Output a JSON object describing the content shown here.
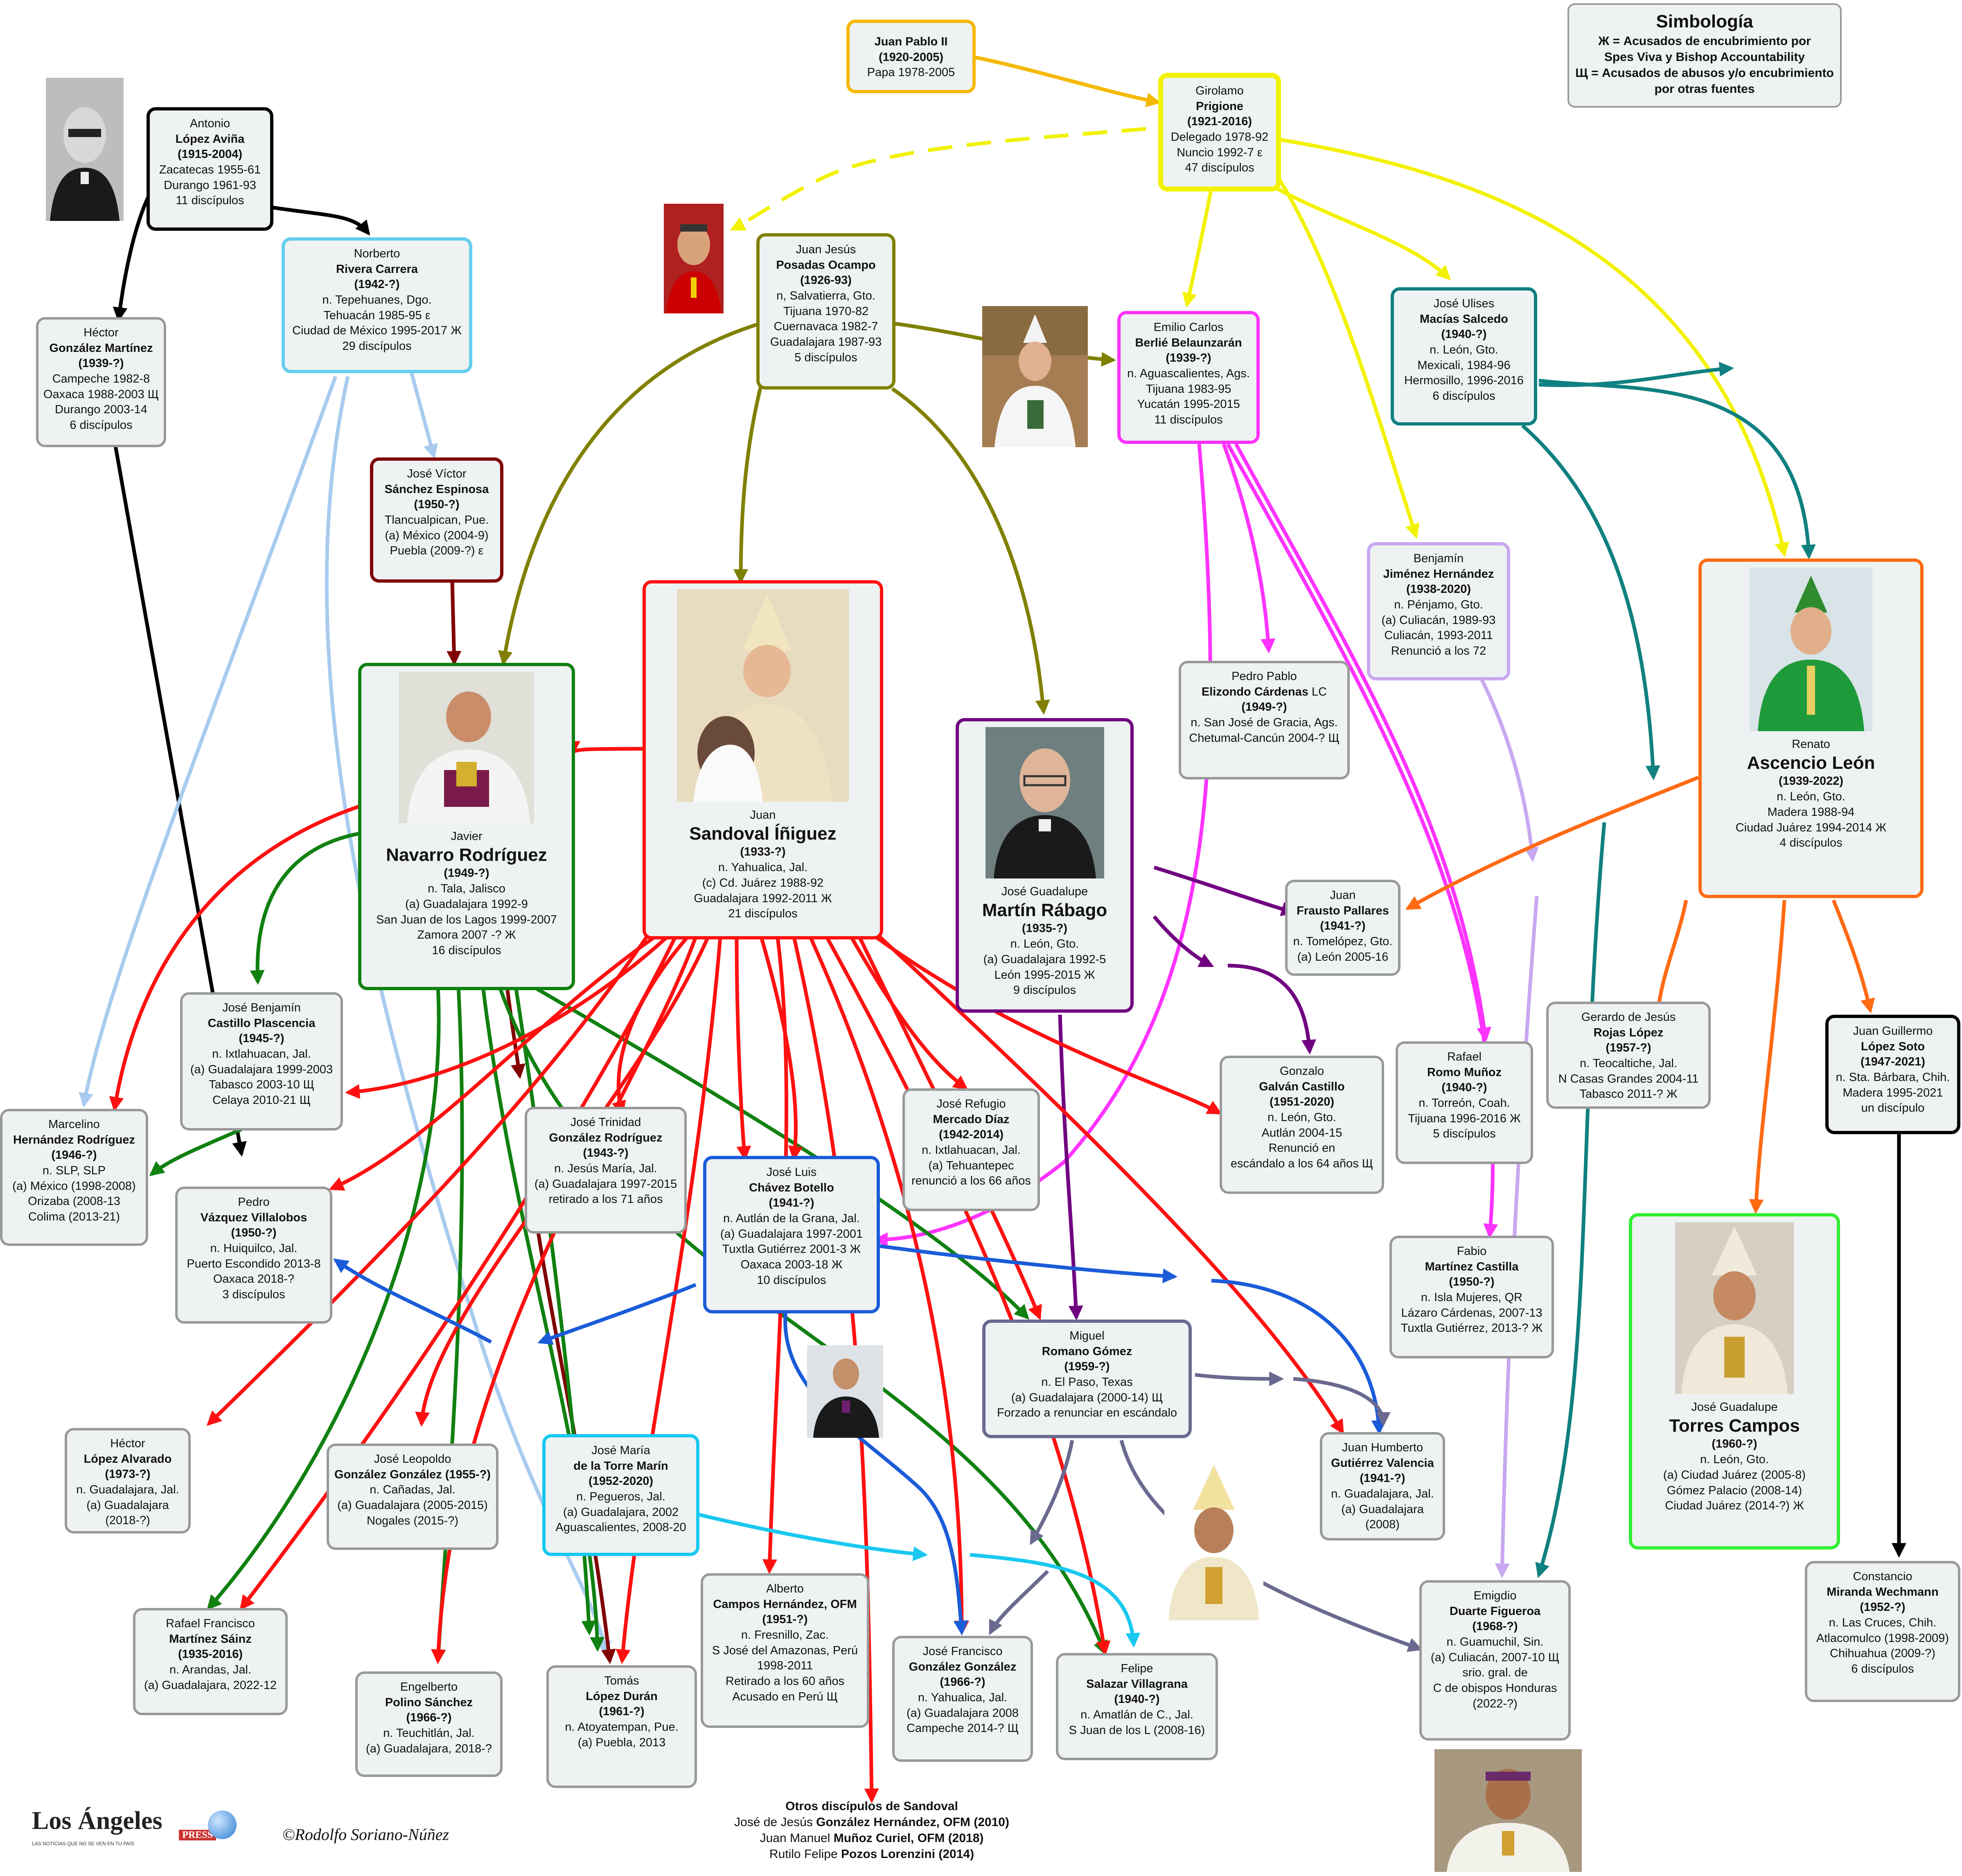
{
  "legend": {
    "title": "Simbología",
    "line1": "Ж = Acusados de encubrimiento por",
    "line2": "Spes Viva y Bishop Accountability",
    "line3": "Щ = Acusados de abusos y/o encubrimiento",
    "line4": "por otras fuentes"
  },
  "colors": {
    "gold": "#f5b800",
    "yellow": "#f2f200",
    "black": "#000000",
    "sky": "#66ccee",
    "lightblue": "#a8cbef",
    "olive": "#808000",
    "magenta": "#ff33ff",
    "teal": "#108080",
    "orange": "#ff6a13",
    "lavender": "#c8a8f0",
    "red": "#ff1010",
    "darkred": "#800000",
    "green": "#108010",
    "purple": "#700080",
    "blue": "#1a5cd8",
    "navy": "#6a6a90",
    "lime": "#33ee33",
    "cyan": "#18c8f0",
    "gray": "#999999"
  },
  "nodes": {
    "juan_pablo": {
      "l1": "Juan Pablo II",
      "l2": "(1920-2005)",
      "l3": "Papa 1978-2005"
    },
    "prigione": {
      "l0": "Girolamo",
      "l1": "Prigione",
      "l2": "(1921-2016)",
      "l3": "Delegado 1978-92",
      "l4": "Nuncio 1992-7 ε",
      "l5": "47 discípulos"
    },
    "lopez_avina": {
      "l0": "Antonio",
      "l1": "López Aviña",
      "l2": "(1915-2004)",
      "l3": "Zacatecas 1955-61",
      "l4": "Durango 1961-93",
      "l5": "11 discípulos"
    },
    "rivera": {
      "l0": "Norberto",
      "l1": "Rivera Carrera",
      "l2": "(1942-?)",
      "l3": "n. Tepehuanes, Dgo.",
      "l4": "Tehuacán 1985-95 ε",
      "l5": "Ciudad de México 1995-2017 Ж",
      "l6": "29 discípulos"
    },
    "gonzalez_martinez": {
      "l0": "Héctor",
      "l1": "González Martínez",
      "l2": "(1939-?)",
      "l3": "Campeche 1982-8",
      "l4": "Oaxaca 1988-2003 Щ",
      "l5": "Durango 2003-14",
      "l6": "6 discípulos"
    },
    "posadas": {
      "l0": "Juan Jesús",
      "l1": "Posadas Ocampo",
      "l2": "(1926-93)",
      "l3": "n, Salvatierra, Gto.",
      "l4": "Tijuana 1970-82",
      "l5": "Cuernavaca 1982-7",
      "l6": "Guadalajara 1987-93",
      "l7": "5 discípulos"
    },
    "berlie": {
      "l0": "Emilio Carlos",
      "l1": "Berlié Belaunzarán",
      "l2": "(1939-?)",
      "l3": "n. Aguascalientes, Ags.",
      "l4": "Tijuana 1983-95",
      "l5": "Yucatán 1995-2015",
      "l6": "11 discípulos"
    },
    "macias": {
      "l0": "José Ulises",
      "l1": "Macías Salcedo",
      "l2": "(1940-?)",
      "l3": "n. León, Gto.",
      "l4": "Mexicali, 1984-96",
      "l5": "Hermosillo, 1996-2016",
      "l6": "6 discípulos"
    },
    "sanchez_esp": {
      "l0": "José Víctor",
      "l1": "Sánchez Espinosa",
      "l2": "(1950-?)",
      "l3": "Tlancualpican, Pue.",
      "l4": "(a) México (2004-9)",
      "l5": "Puebla (2009-?) ε"
    },
    "jimenez": {
      "l0": "Benjamín",
      "l1": "Jiménez Hernández",
      "l2": "(1938-2020)",
      "l3": "n. Pénjamo, Gto.",
      "l4": "(a) Culiacán, 1989-93",
      "l5": "Culiacán, 1993-2011",
      "l6": "Renunció a los 72"
    },
    "ascencio": {
      "l0": "Renato",
      "l1": "Ascencio León",
      "l2": "(1939-2022)",
      "l3": "n. León, Gto.",
      "l4": "Madera 1988-94",
      "l5": "Ciudad Juárez 1994-2014 Ж",
      "l6": "4 discípulos"
    },
    "elizondo": {
      "l0": "Pedro Pablo",
      "l1": "Elizondo Cárdenas",
      "l1b": " LC",
      "l2": "(1949-?)",
      "l3": "n. San José de Gracia, Ags.",
      "l4": "Chetumal-Cancún 2004-? Щ"
    },
    "navarro": {
      "l0": "Javier",
      "l1": "Navarro Rodríguez",
      "l2": "(1949-?)",
      "l3": "n. Tala, Jalisco",
      "l4": "(a) Guadalajara 1992-9",
      "l5": "San Juan de los Lagos 1999-2007",
      "l6": "Zamora 2007 -? Ж",
      "l7": "16 discípulos"
    },
    "sandoval": {
      "l0": "Juan",
      "l1": "Sandoval Íñiguez",
      "l2": "(1933-?)",
      "l3": "n. Yahualica, Jal.",
      "l4": "(c) Cd. Juárez 1988-92",
      "l5": "Guadalajara 1992-2011 Ж",
      "l6": "21 discípulos"
    },
    "martin_rabago": {
      "l0": "José Guadalupe",
      "l1": "Martín Rábago",
      "l2": "(1935-?)",
      "l3": "n. León, Gto.",
      "l4": "(a) Guadalajara 1992-5",
      "l5": "León 1995-2015 Ж",
      "l6": "9 discípulos"
    },
    "frausto": {
      "l0": "Juan",
      "l1": "Frausto Pallares",
      "l2": "(1941-?)",
      "l3": "n. Tomelópez, Gto.",
      "l4": "(a) León 2005-16"
    },
    "castillo": {
      "l0": "José Benjamín",
      "l1": "Castillo Plascencia",
      "l2": "(1945-?)",
      "l3": "n. Ixtlahuacan, Jal.",
      "l4": "(a) Guadalajara 1999-2003",
      "l5": "Tabasco 2003-10 Щ",
      "l6": "Celaya 2010-21 Щ"
    },
    "marcelino": {
      "l0": "Marcelino",
      "l1": "Hernández Rodríguez",
      "l2": "(1946-?)",
      "l3": "n. SLP, SLP",
      "l4": "(a) México (1998-2008)",
      "l5": "Orizaba (2008-13",
      "l6": "Colima (2013-21)"
    },
    "vazquez": {
      "l0": "Pedro",
      "l1": "Vázquez Villalobos",
      "l2": "(1950-?)",
      "l3": "n. Huiquilco, Jal.",
      "l4": "Puerto Escondido 2013-8",
      "l5": "Oaxaca 2018-?",
      "l6": "3 discípulos"
    },
    "gonzalez_rod": {
      "l0": "José Trinidad",
      "l1": "González Rodríguez",
      "l2": "(1943-?)",
      "l3": "n. Jesús María, Jal.",
      "l4": "(a) Guadalajara 1997-2015",
      "l5": "retirado a los 71 años"
    },
    "chavez": {
      "l0": "José Luis",
      "l1": "Chávez Botello",
      "l2": "(1941-?)",
      "l3": "n. Autlán de la Grana, Jal.",
      "l4": "(a) Guadalajara 1997-2001",
      "l5": "Tuxtla Gutiérrez 2001-3 Ж",
      "l6": "Oaxaca 2003-18 Ж",
      "l7": "10 discípulos"
    },
    "mercado": {
      "l0": "José Refugio",
      "l1": "Mercado Díaz",
      "l2": "(1942-2014)",
      "l3": "n. Ixtlahuacan, Jal.",
      "l4": "(a) Tehuantepec",
      "l5": "renunció a los 66 años"
    },
    "galvan": {
      "l0": "Gonzalo",
      "l1": "Galván Castillo",
      "l2": "(1951-2020)",
      "l3": "n. León, Gto.",
      "l4": "Autlán 2004-15",
      "l5": "Renunció en",
      "l6": "escándalo a los 64 años Щ"
    },
    "romo": {
      "l0": "Rafael",
      "l1": "Romo Muñoz",
      "l2": "(1940-?)",
      "l3": "n. Torreón, Coah.",
      "l4": "Tijuana 1996-2016 Ж",
      "l5": "5 discípulos"
    },
    "rojas": {
      "l0": "Gerardo de Jesús",
      "l1": "Rojas López",
      "l2": "(1957-?)",
      "l3": "n. Teocaltiche, Jal.",
      "l4": "N Casas Grandes 2004-11",
      "l5": "Tabasco 2011-? Ж"
    },
    "lopez_soto": {
      "l0": "Juan Guillermo",
      "l1": "López Soto",
      "l2": "(1947-2021)",
      "l3": "n. Sta. Bárbara, Chih.",
      "l4": "Madera 1995-2021",
      "l5": "un discípulo"
    },
    "martinez_castilla": {
      "l0": "Fabio",
      "l1": "Martínez Castilla",
      "l2": "(1950-?)",
      "l3": "n. Isla Mujeres, QR",
      "l4": "Lázaro Cárdenas, 2007-13",
      "l5": "Tuxtla Gutiérrez, 2013-? Ж"
    },
    "torres": {
      "l0": "José Guadalupe",
      "l1": "Torres Campos",
      "l2": "(1960-?)",
      "l3": "n. León, Gto.",
      "l4": "(a) Ciudad Juárez (2005-8)",
      "l5": "Gómez Palacio (2008-14)",
      "l6": "Ciudad Juárez (2014-?) Ж"
    },
    "romano": {
      "l0": "Miguel",
      "l1": "Romano Gómez",
      "l2": "(1959-?)",
      "l3": "n. El Paso, Texas",
      "l4": "(a) Guadalajara (2000-14) Щ",
      "l5": "Forzado a renunciar en escándalo"
    },
    "gutierrez": {
      "l0": "Juan Humberto",
      "l1": "Gutiérrez Valencia",
      "l2": "(1941-?)",
      "l3": "n. Guadalajara, Jal.",
      "l4": "(a) Guadalajara (2008)"
    },
    "lopez_alv": {
      "l0": "Héctor",
      "l1": "López Alvarado",
      "l2": "(1973-?)",
      "l3": "n. Guadalajara, Jal.",
      "l4": "(a) Guadalajara (2018-?)"
    },
    "gonzalez_gon_jl": {
      "l0": "José Leopoldo",
      "l1": "González González (1955-?)",
      "l2": "",
      "l3": "n. Cañadas, Jal.",
      "l4": "(a) Guadalajara (2005-2015)",
      "l5": "Nogales (2015-?)"
    },
    "torre_marin": {
      "l0": "José María",
      "l1": "de la Torre Marín",
      "l2": "(1952-2020)",
      "l3": "n. Pegueros, Jal.",
      "l4": "(a) Guadalajara, 2002",
      "l5": "Aguascalientes, 2008-20"
    },
    "campos": {
      "l0": "Alberto",
      "l1": "Campos Hernández, OFM",
      "l2": "(1951-?)",
      "l3": "n. Fresnillo, Zac.",
      "l4": "S José del Amazonas, Perú",
      "l5": "1998-2011",
      "l6": "Retirado a los 60 años",
      "l7": "Acusado en Perú Щ"
    },
    "martinez_sainz": {
      "l0": "Rafael Francisco",
      "l1": "Martínez Sáinz",
      "l2": "(1935-2016)",
      "l3": "n. Arandas, Jal.",
      "l4": "(a) Guadalajara, 2022-12"
    },
    "polino": {
      "l0": "Engelberto",
      "l1": "Polino Sánchez",
      "l2": "(1966-?)",
      "l3": "n. Teuchitlán, Jal.",
      "l4": "(a) Guadalajara, 2018-?"
    },
    "lopez_duran": {
      "l0": "Tomás",
      "l1": "López Durán",
      "l2": "(1961-?)",
      "l3": "n. Atoyatempan, Pue.",
      "l4": "(a) Puebla, 2013"
    },
    "gonzalez_gon_jf": {
      "l0": "José Francisco",
      "l1": "González González",
      "l2": "(1966-?)",
      "l3": "n. Yahualica, Jal.",
      "l4": "(a) Guadalajara 2008",
      "l5": "Campeche 2014-? Щ"
    },
    "salazar": {
      "l0": "Felipe",
      "l1": "Salazar Villagrana",
      "l2": "(1940-?)",
      "l3": "n. Amatlán de C., Jal.",
      "l4": "S Juan de los L (2008-16)"
    },
    "duarte": {
      "l0": "Emigdio",
      "l1": "Duarte Figueroa",
      "l2": "(1968-?)",
      "l3": "n. Guamuchil, Sin.",
      "l4": "(a) Culiacán, 2007-10 Щ",
      "l5": "srio. gral. de",
      "l6": "C de obispos Honduras",
      "l7": "(2022-?)"
    },
    "miranda": {
      "l0": "Constancio",
      "l1": "Miranda Wechmann",
      "l2": "(1952-?)",
      "l3": "n. Las Cruces, Chih.",
      "l4": "Atlacomulco (1998-2009)",
      "l5": "Chihuahua (2009-?)",
      "l6": "6 discípulos"
    }
  },
  "footer": {
    "title": "Otros discípulos de Sandoval",
    "a1": "José de Jesús ",
    "a2": "González Hernández, OFM (2010)",
    "b1": "Juan Manuel ",
    "b2": "Muñoz Curiel, OFM (2018)",
    "c1": "Rutilo Felipe ",
    "c2": "Pozos Lorenzini (2014)"
  },
  "logo": {
    "name": "Los Ángeles",
    "press": "PRESS",
    "tagline": "LAS NOTICIAS QUE NO SE VEN EN TU PAÍS"
  },
  "credit": "©Rodolfo Soriano-Núñez"
}
